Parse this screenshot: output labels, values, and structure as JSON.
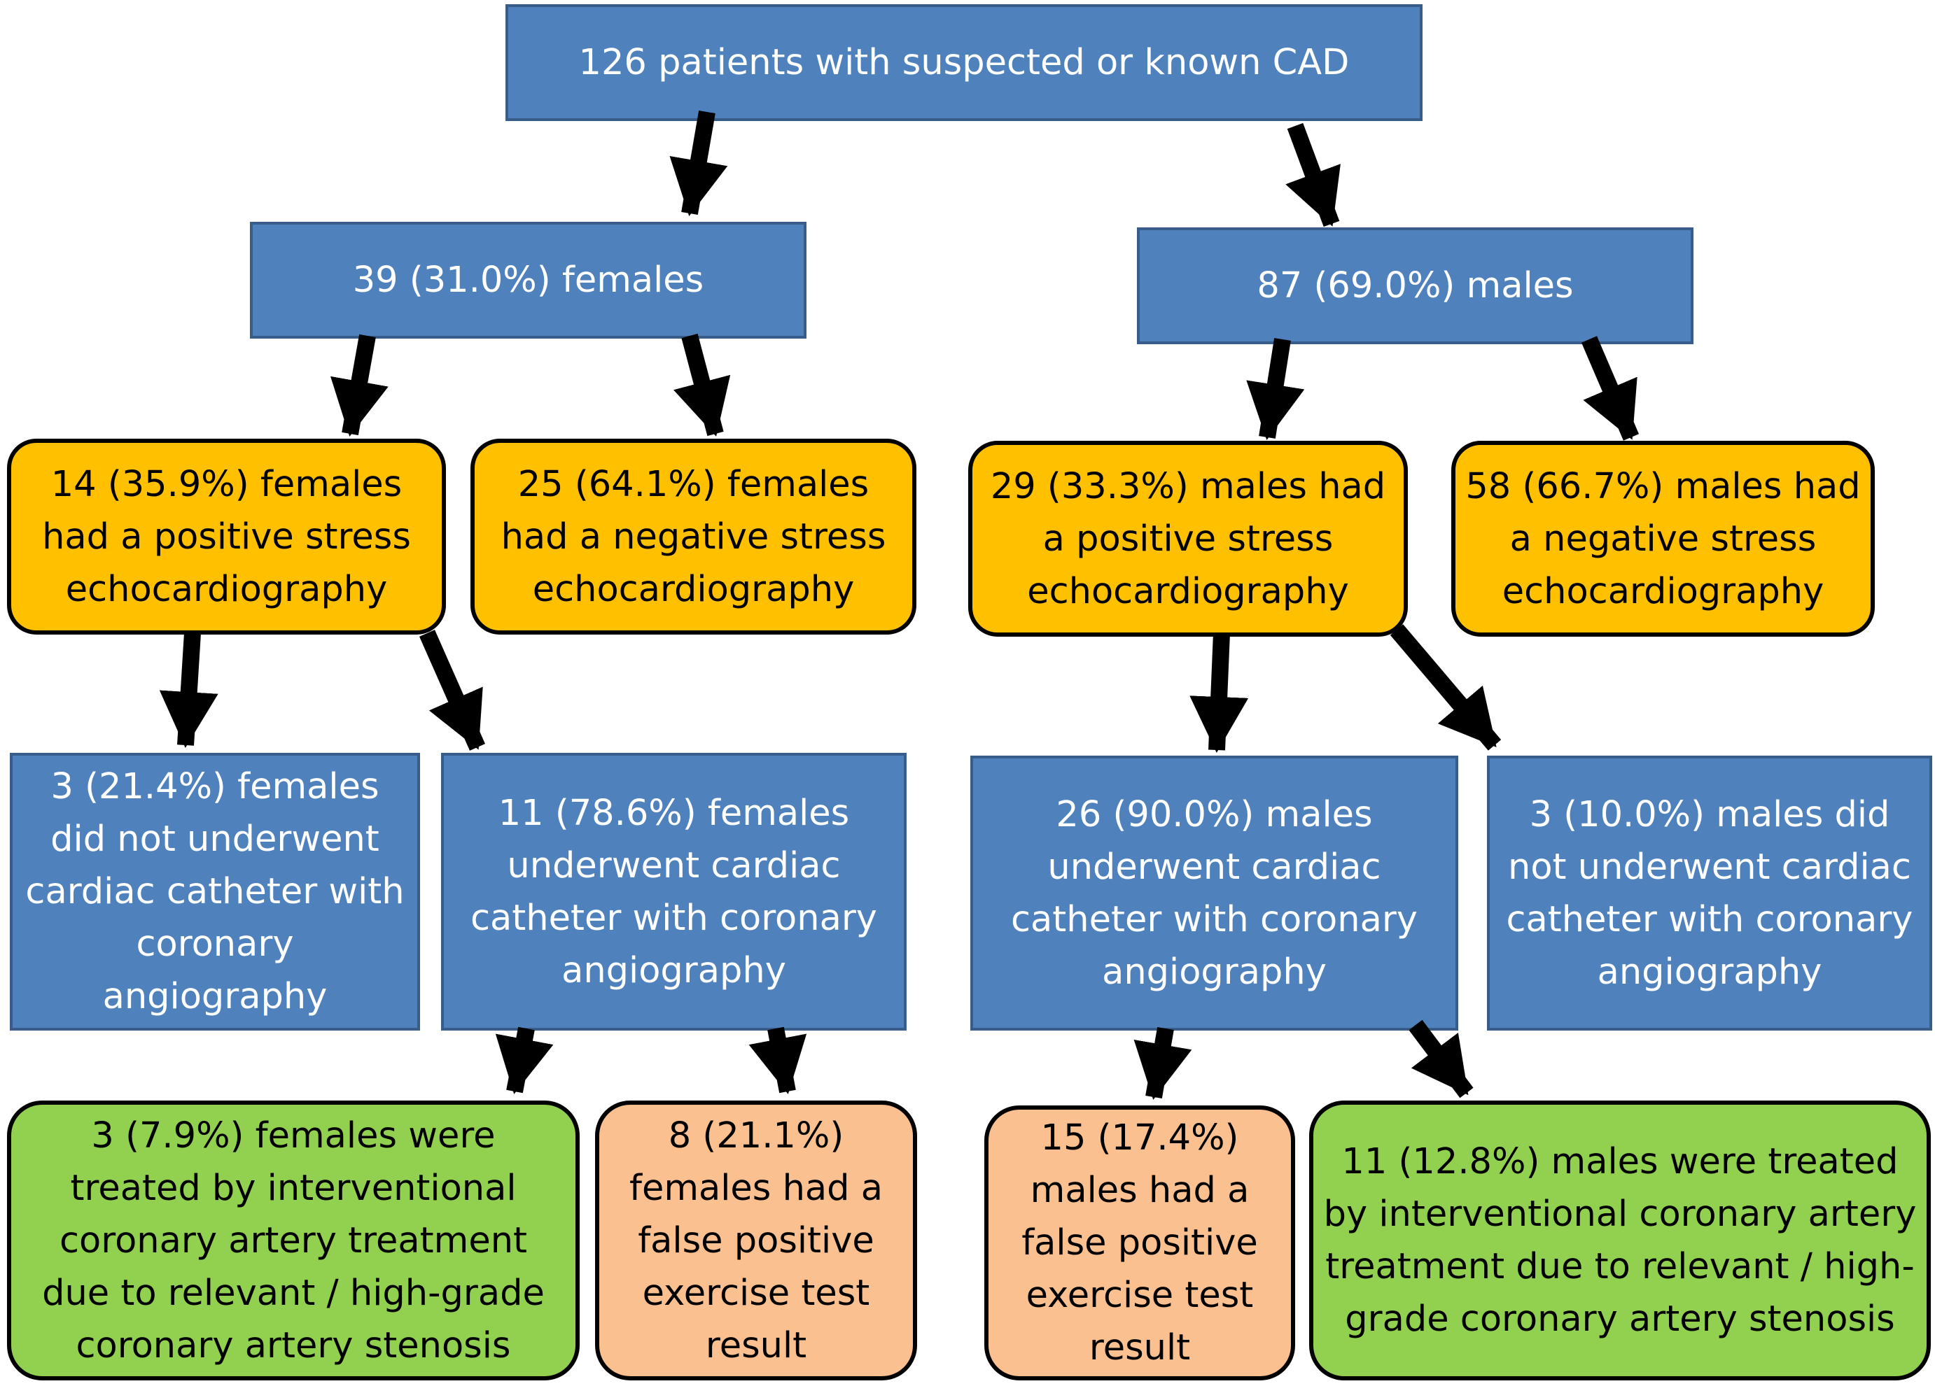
{
  "nodes": {
    "root": "126 patients with suspected or known CAD",
    "females": "39 (31.0%) females",
    "males": "87 (69.0%) males",
    "f_pos": "14 (35.9%) females had a positive stress echocardiography",
    "f_neg": "25 (64.1%) females had a negative stress echocardiography",
    "m_pos": "29 (33.3%) males had a positive stress echocardiography",
    "m_neg": "58 (66.7%) males had a negative stress echocardiography",
    "f_no_cath": "3 (21.4%) females did not underwent cardiac catheter with coronary angiography",
    "f_cath": "11 (78.6%) females underwent cardiac catheter with coronary angiography",
    "m_cath": "26 (90.0%) males underwent cardiac catheter with coronary angiography",
    "m_no_cath": "3 (10.0%) males did not underwent cardiac catheter with coronary angiography",
    "f_treated": "3 (7.9%) females were treated by interventional coronary artery treatment due to relevant / high-grade coronary artery stenosis",
    "f_false_pos": "8 (21.1%) females had a false positive exercise test result",
    "m_false_pos": "15 (17.4%) males had a false positive exercise test result",
    "m_treated": "11 (12.8%) males were treated by interventional coronary artery treatment due to relevant / high-grade coronary artery stenosis"
  },
  "colors": {
    "blue_fill": "#4f81bd",
    "blue_border": "#385d8a",
    "orange_fill": "#ffc000",
    "green_fill": "#92d050",
    "peach_fill": "#fac090",
    "arrow": "#000000"
  }
}
